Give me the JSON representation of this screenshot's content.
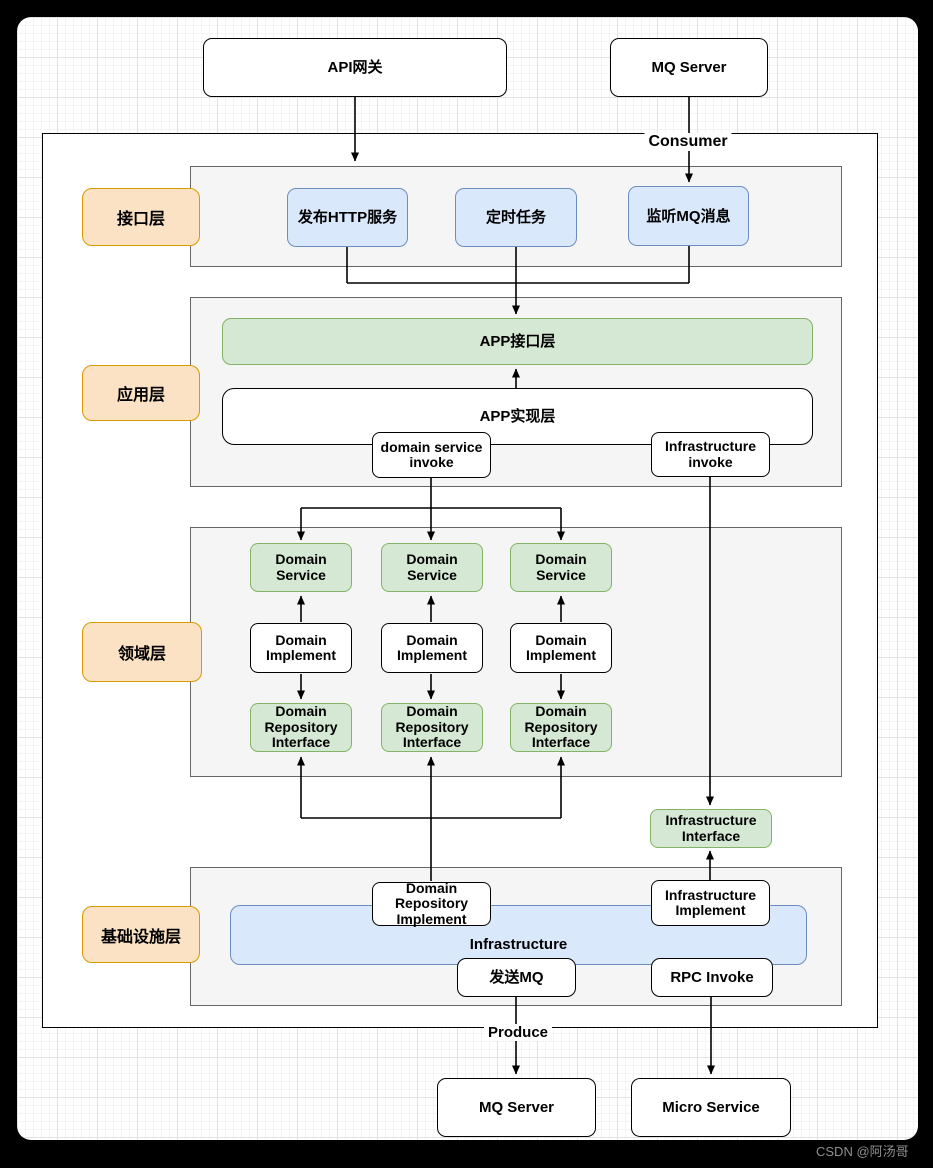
{
  "canvas": {
    "watermark": "CSDN @阿汤哥"
  },
  "colors": {
    "orange_fill": "#FBE2C4",
    "orange_stroke": "#D79B00",
    "blue_fill": "#DAE8FC",
    "blue_stroke": "#6C8EBF",
    "green_fill": "#D5E8D4",
    "green_stroke": "#82B366",
    "band_fill": "#F5F5F5",
    "line": "#000000"
  },
  "external": {
    "api_gateway": "API网关",
    "mq_server_top": "MQ Server",
    "mq_server_bottom": "MQ Server",
    "micro_service": "Micro Service"
  },
  "edge_labels": {
    "consumer": "Consumer",
    "produce": "Produce"
  },
  "layers": {
    "interface_layer": {
      "label": "接口层",
      "publish_http": "发布HTTP服务",
      "scheduled_task": "定时任务",
      "listen_mq": "监听MQ消息"
    },
    "application_layer": {
      "label": "应用层",
      "app_interface": "APP接口层",
      "app_implement": "APP实现层",
      "domain_service_invoke": "domain service invoke",
      "infrastructure_invoke": "Infrastructure invoke"
    },
    "domain_layer": {
      "label": "领域层",
      "columns": [
        {
          "service": "Domain Service",
          "implement": "Domain Implement",
          "repository_interface": "Domain Repository Interface"
        },
        {
          "service": "Domain Service",
          "implement": "Domain Implement",
          "repository_interface": "Domain Repository Interface"
        },
        {
          "service": "Domain Service",
          "implement": "Domain Implement",
          "repository_interface": "Domain Repository Interface"
        }
      ]
    },
    "infrastructure_interface": "Infrastructure Interface",
    "infrastructure_layer": {
      "label": "基础设施层",
      "infrastructure": "Infrastructure",
      "domain_repository_implement": "Domain Repository Implement",
      "infrastructure_implement": "Infrastructure Implement",
      "send_mq": "发送MQ",
      "rpc_invoke": "RPC Invoke"
    }
  },
  "connections": [
    {
      "name": "api-gateway-to-interface-layer",
      "points": [
        [
          355,
          97
        ],
        [
          355,
          161
        ]
      ],
      "arrow": true
    },
    {
      "name": "mq-server-to-listen-mq",
      "points": [
        [
          689,
          97
        ],
        [
          689,
          182
        ]
      ],
      "arrow": true
    },
    {
      "name": "publish-http-down",
      "points": [
        [
          347,
          247
        ],
        [
          347,
          283
        ]
      ],
      "arrow": false
    },
    {
      "name": "listen-mq-down",
      "points": [
        [
          689,
          246
        ],
        [
          689,
          283
        ]
      ],
      "arrow": false
    },
    {
      "name": "interface-merge-horizontal",
      "points": [
        [
          347,
          283
        ],
        [
          689,
          283
        ]
      ],
      "arrow": false
    },
    {
      "name": "scheduled-task-to-app-interface",
      "points": [
        [
          516,
          247
        ],
        [
          516,
          314
        ]
      ],
      "arrow": true
    },
    {
      "name": "app-implement-to-app-interface",
      "points": [
        [
          516,
          389
        ],
        [
          516,
          369
        ]
      ],
      "arrow": true
    },
    {
      "name": "domain-invoke-down",
      "points": [
        [
          431,
          478
        ],
        [
          431,
          508
        ]
      ],
      "arrow": false
    },
    {
      "name": "domain-invoke-horizontal",
      "points": [
        [
          301,
          508
        ],
        [
          561,
          508
        ]
      ],
      "arrow": false
    },
    {
      "name": "invoke-to-domain-service-1",
      "points": [
        [
          301,
          508
        ],
        [
          301,
          540
        ]
      ],
      "arrow": true
    },
    {
      "name": "invoke-to-domain-service-2",
      "points": [
        [
          431,
          508
        ],
        [
          431,
          540
        ]
      ],
      "arrow": true
    },
    {
      "name": "invoke-to-domain-service-3",
      "points": [
        [
          561,
          508
        ],
        [
          561,
          540
        ]
      ],
      "arrow": true
    },
    {
      "name": "implement-to-service-1",
      "points": [
        [
          301,
          622
        ],
        [
          301,
          596
        ]
      ],
      "arrow": true
    },
    {
      "name": "implement-to-service-2",
      "points": [
        [
          431,
          622
        ],
        [
          431,
          596
        ]
      ],
      "arrow": true
    },
    {
      "name": "implement-to-service-3",
      "points": [
        [
          561,
          622
        ],
        [
          561,
          596
        ]
      ],
      "arrow": true
    },
    {
      "name": "implement-to-repo-interface-1",
      "points": [
        [
          301,
          674
        ],
        [
          301,
          699
        ]
      ],
      "arrow": true
    },
    {
      "name": "implement-to-repo-interface-2",
      "points": [
        [
          431,
          674
        ],
        [
          431,
          699
        ]
      ],
      "arrow": true
    },
    {
      "name": "implement-to-repo-interface-3",
      "points": [
        [
          561,
          674
        ],
        [
          561,
          699
        ]
      ],
      "arrow": true
    },
    {
      "name": "repo-implement-up",
      "points": [
        [
          431,
          881
        ],
        [
          431,
          818
        ]
      ],
      "arrow": false
    },
    {
      "name": "repo-implement-horizontal",
      "points": [
        [
          301,
          818
        ],
        [
          561,
          818
        ]
      ],
      "arrow": false
    },
    {
      "name": "repo-impl-to-repo-interface-1",
      "points": [
        [
          301,
          818
        ],
        [
          301,
          757
        ]
      ],
      "arrow": true
    },
    {
      "name": "repo-impl-to-repo-interface-2",
      "points": [
        [
          431,
          818
        ],
        [
          431,
          757
        ]
      ],
      "arrow": true
    },
    {
      "name": "repo-impl-to-repo-interface-3",
      "points": [
        [
          561,
          818
        ],
        [
          561,
          757
        ]
      ],
      "arrow": true
    },
    {
      "name": "infra-invoke-to-infra-interface",
      "points": [
        [
          710,
          477
        ],
        [
          710,
          805
        ]
      ],
      "arrow": true
    },
    {
      "name": "infra-implement-to-infra-interface",
      "points": [
        [
          710,
          880
        ],
        [
          710,
          851
        ]
      ],
      "arrow": true
    },
    {
      "name": "send-mq-to-mq-server",
      "points": [
        [
          516,
          997
        ],
        [
          516,
          1074
        ]
      ],
      "arrow": true
    },
    {
      "name": "rpc-invoke-to-micro-service",
      "points": [
        [
          711,
          997
        ],
        [
          711,
          1074
        ]
      ],
      "arrow": true
    }
  ]
}
